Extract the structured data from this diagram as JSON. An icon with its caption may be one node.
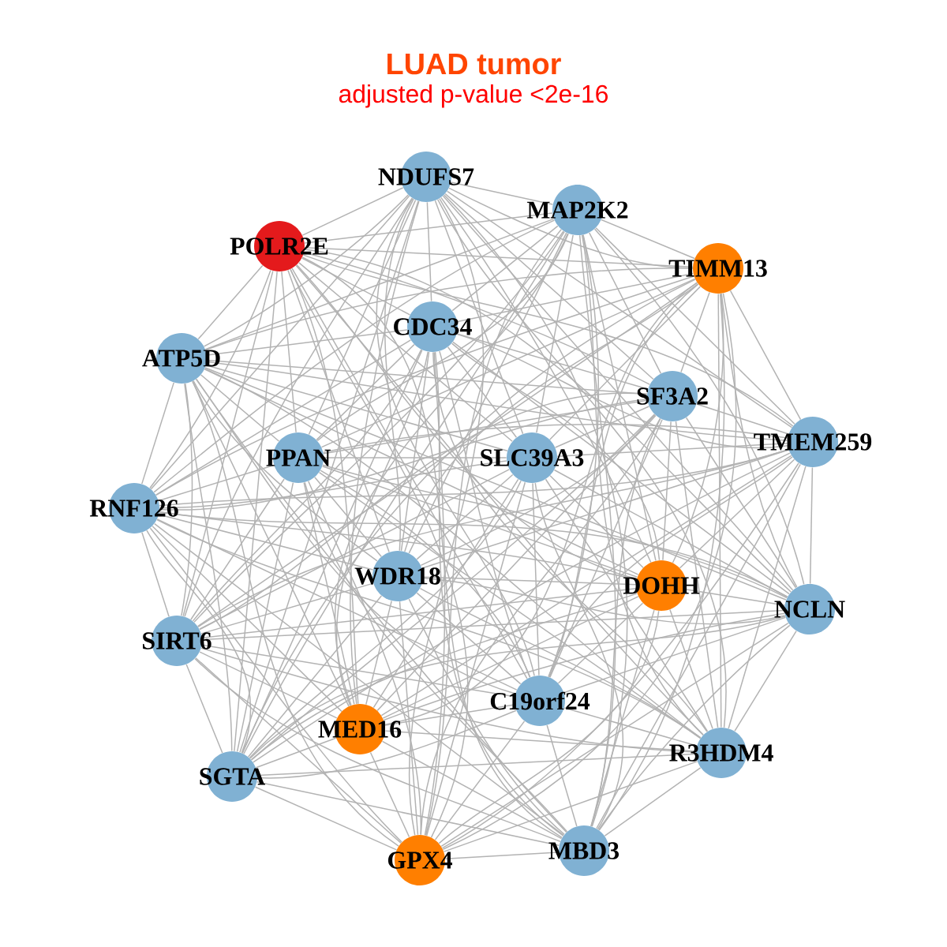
{
  "diagram": {
    "title": "LUAD tumor",
    "labels": [
      "adjusted p-value <2e-16"
    ],
    "nodes": [
      {
        "text": [
          "NDUFS7"
        ]
      },
      {
        "text": [
          "MAP2K2"
        ]
      },
      {
        "text": [
          "POLR2E"
        ]
      },
      {
        "text": [
          "TIMM13"
        ]
      },
      {
        "text": [
          "CDC34"
        ]
      },
      {
        "text": [
          "ATP5D"
        ]
      },
      {
        "text": [
          "SF3A2"
        ]
      },
      {
        "text": [
          "TMEM259"
        ]
      },
      {
        "text": [
          "PPAN"
        ]
      },
      {
        "text": [
          "SLC39A3"
        ]
      },
      {
        "text": [
          "RNF126"
        ]
      },
      {
        "text": [
          "WDR18"
        ]
      },
      {
        "text": [
          "DOHH"
        ]
      },
      {
        "text": [
          "NCLN"
        ]
      },
      {
        "text": [
          "SIRT6"
        ]
      },
      {
        "text": [
          "C19orf24"
        ]
      },
      {
        "text": [
          "MED16"
        ]
      },
      {
        "text": [
          "R3HDM4"
        ]
      },
      {
        "text": [
          "SGTA"
        ]
      },
      {
        "text": [
          "MBD3"
        ]
      },
      {
        "text": [
          "GPX4"
        ]
      }
    ],
    "edges": [
      {
        "from": 0,
        "to": 1,
        "arrow": "none"
      },
      {
        "from": 0,
        "to": 2,
        "arrow": "none"
      },
      {
        "from": 0,
        "to": 3,
        "arrow": "none"
      },
      {
        "from": 0,
        "to": 4,
        "arrow": "none"
      },
      {
        "from": 0,
        "to": 5,
        "arrow": "none"
      },
      {
        "from": 0,
        "to": 6,
        "arrow": "none"
      },
      {
        "from": 0,
        "to": 7,
        "arrow": "none"
      },
      {
        "from": 0,
        "to": 8,
        "arrow": "none"
      },
      {
        "from": 0,
        "to": 9,
        "arrow": "none"
      },
      {
        "from": 0,
        "to": 10,
        "arrow": "none"
      },
      {
        "from": 0,
        "to": 11,
        "arrow": "none"
      },
      {
        "from": 0,
        "to": 12,
        "arrow": "none"
      },
      {
        "from": 0,
        "to": 13,
        "arrow": "none"
      },
      {
        "from": 0,
        "to": 14,
        "arrow": "none"
      },
      {
        "from": 0,
        "to": 15,
        "arrow": "none"
      },
      {
        "from": 0,
        "to": 16,
        "arrow": "none"
      },
      {
        "from": 0,
        "to": 17,
        "arrow": "none"
      },
      {
        "from": 0,
        "to": 18,
        "arrow": "none"
      },
      {
        "from": 0,
        "to": 19,
        "arrow": "none"
      },
      {
        "from": 0,
        "to": 20,
        "arrow": "none"
      },
      {
        "from": 1,
        "to": 2,
        "arrow": "none"
      },
      {
        "from": 1,
        "to": 3,
        "arrow": "none"
      },
      {
        "from": 1,
        "to": 4,
        "arrow": "none"
      },
      {
        "from": 1,
        "to": 5,
        "arrow": "none"
      },
      {
        "from": 1,
        "to": 6,
        "arrow": "none"
      },
      {
        "from": 1,
        "to": 7,
        "arrow": "none"
      },
      {
        "from": 1,
        "to": 8,
        "arrow": "none"
      },
      {
        "from": 1,
        "to": 9,
        "arrow": "none"
      },
      {
        "from": 1,
        "to": 10,
        "arrow": "none"
      },
      {
        "from": 1,
        "to": 11,
        "arrow": "none"
      },
      {
        "from": 1,
        "to": 12,
        "arrow": "none"
      },
      {
        "from": 1,
        "to": 13,
        "arrow": "none"
      },
      {
        "from": 1,
        "to": 14,
        "arrow": "none"
      },
      {
        "from": 1,
        "to": 15,
        "arrow": "none"
      },
      {
        "from": 1,
        "to": 16,
        "arrow": "none"
      },
      {
        "from": 1,
        "to": 17,
        "arrow": "none"
      },
      {
        "from": 1,
        "to": 18,
        "arrow": "none"
      },
      {
        "from": 1,
        "to": 19,
        "arrow": "none"
      },
      {
        "from": 1,
        "to": 20,
        "arrow": "none"
      },
      {
        "from": 2,
        "to": 3,
        "arrow": "none"
      },
      {
        "from": 2,
        "to": 4,
        "arrow": "none"
      },
      {
        "from": 2,
        "to": 5,
        "arrow": "none"
      },
      {
        "from": 2,
        "to": 6,
        "arrow": "none"
      },
      {
        "from": 2,
        "to": 7,
        "arrow": "none"
      },
      {
        "from": 2,
        "to": 8,
        "arrow": "none"
      },
      {
        "from": 2,
        "to": 9,
        "arrow": "none"
      },
      {
        "from": 2,
        "to": 10,
        "arrow": "none"
      },
      {
        "from": 2,
        "to": 11,
        "arrow": "none"
      },
      {
        "from": 2,
        "to": 12,
        "arrow": "none"
      },
      {
        "from": 2,
        "to": 13,
        "arrow": "none"
      },
      {
        "from": 2,
        "to": 14,
        "arrow": "none"
      },
      {
        "from": 2,
        "to": 15,
        "arrow": "none"
      },
      {
        "from": 2,
        "to": 16,
        "arrow": "none"
      },
      {
        "from": 2,
        "to": 17,
        "arrow": "none"
      },
      {
        "from": 2,
        "to": 18,
        "arrow": "none"
      },
      {
        "from": 2,
        "to": 19,
        "arrow": "none"
      },
      {
        "from": 2,
        "to": 20,
        "arrow": "none"
      },
      {
        "from": 3,
        "to": 4,
        "arrow": "none"
      },
      {
        "from": 3,
        "to": 5,
        "arrow": "none"
      },
      {
        "from": 3,
        "to": 6,
        "arrow": "none"
      },
      {
        "from": 3,
        "to": 7,
        "arrow": "none"
      },
      {
        "from": 3,
        "to": 8,
        "arrow": "none"
      },
      {
        "from": 3,
        "to": 9,
        "arrow": "none"
      },
      {
        "from": 3,
        "to": 10,
        "arrow": "none"
      },
      {
        "from": 3,
        "to": 11,
        "arrow": "none"
      },
      {
        "from": 3,
        "to": 12,
        "arrow": "none"
      },
      {
        "from": 3,
        "to": 13,
        "arrow": "none"
      },
      {
        "from": 3,
        "to": 14,
        "arrow": "none"
      },
      {
        "from": 3,
        "to": 15,
        "arrow": "none"
      },
      {
        "from": 3,
        "to": 16,
        "arrow": "none"
      },
      {
        "from": 3,
        "to": 17,
        "arrow": "none"
      },
      {
        "from": 3,
        "to": 18,
        "arrow": "none"
      },
      {
        "from": 3,
        "to": 19,
        "arrow": "none"
      },
      {
        "from": 3,
        "to": 20,
        "arrow": "none"
      },
      {
        "from": 4,
        "to": 5,
        "arrow": "none"
      },
      {
        "from": 4,
        "to": 6,
        "arrow": "none"
      },
      {
        "from": 4,
        "to": 7,
        "arrow": "none"
      },
      {
        "from": 4,
        "to": 8,
        "arrow": "none"
      },
      {
        "from": 4,
        "to": 9,
        "arrow": "none"
      },
      {
        "from": 4,
        "to": 10,
        "arrow": "none"
      },
      {
        "from": 4,
        "to": 11,
        "arrow": "none"
      },
      {
        "from": 4,
        "to": 12,
        "arrow": "none"
      },
      {
        "from": 4,
        "to": 13,
        "arrow": "none"
      },
      {
        "from": 4,
        "to": 14,
        "arrow": "none"
      },
      {
        "from": 4,
        "to": 15,
        "arrow": "none"
      },
      {
        "from": 4,
        "to": 16,
        "arrow": "none"
      },
      {
        "from": 4,
        "to": 17,
        "arrow": "none"
      },
      {
        "from": 4,
        "to": 18,
        "arrow": "none"
      },
      {
        "from": 4,
        "to": 19,
        "arrow": "none"
      },
      {
        "from": 4,
        "to": 20,
        "arrow": "none"
      },
      {
        "from": 5,
        "to": 6,
        "arrow": "none"
      },
      {
        "from": 5,
        "to": 7,
        "arrow": "none"
      },
      {
        "from": 5,
        "to": 8,
        "arrow": "none"
      },
      {
        "from": 5,
        "to": 9,
        "arrow": "none"
      },
      {
        "from": 5,
        "to": 10,
        "arrow": "none"
      },
      {
        "from": 5,
        "to": 11,
        "arrow": "none"
      },
      {
        "from": 5,
        "to": 12,
        "arrow": "none"
      },
      {
        "from": 5,
        "to": 13,
        "arrow": "none"
      },
      {
        "from": 5,
        "to": 14,
        "arrow": "none"
      },
      {
        "from": 5,
        "to": 15,
        "arrow": "none"
      },
      {
        "from": 5,
        "to": 16,
        "arrow": "none"
      },
      {
        "from": 5,
        "to": 17,
        "arrow": "none"
      },
      {
        "from": 5,
        "to": 18,
        "arrow": "none"
      },
      {
        "from": 5,
        "to": 19,
        "arrow": "none"
      },
      {
        "from": 5,
        "to": 20,
        "arrow": "none"
      },
      {
        "from": 6,
        "to": 7,
        "arrow": "none"
      },
      {
        "from": 6,
        "to": 8,
        "arrow": "none"
      },
      {
        "from": 6,
        "to": 9,
        "arrow": "none"
      },
      {
        "from": 6,
        "to": 10,
        "arrow": "none"
      },
      {
        "from": 6,
        "to": 11,
        "arrow": "none"
      },
      {
        "from": 6,
        "to": 12,
        "arrow": "none"
      },
      {
        "from": 6,
        "to": 13,
        "arrow": "none"
      },
      {
        "from": 6,
        "to": 14,
        "arrow": "none"
      },
      {
        "from": 6,
        "to": 15,
        "arrow": "none"
      },
      {
        "from": 6,
        "to": 16,
        "arrow": "none"
      },
      {
        "from": 6,
        "to": 17,
        "arrow": "none"
      },
      {
        "from": 6,
        "to": 18,
        "arrow": "none"
      },
      {
        "from": 6,
        "to": 19,
        "arrow": "none"
      },
      {
        "from": 6,
        "to": 20,
        "arrow": "none"
      },
      {
        "from": 7,
        "to": 8,
        "arrow": "none"
      },
      {
        "from": 7,
        "to": 9,
        "arrow": "none"
      },
      {
        "from": 7,
        "to": 10,
        "arrow": "none"
      },
      {
        "from": 7,
        "to": 11,
        "arrow": "none"
      },
      {
        "from": 7,
        "to": 12,
        "arrow": "none"
      },
      {
        "from": 7,
        "to": 13,
        "arrow": "none"
      },
      {
        "from": 7,
        "to": 14,
        "arrow": "none"
      },
      {
        "from": 7,
        "to": 15,
        "arrow": "none"
      },
      {
        "from": 7,
        "to": 16,
        "arrow": "none"
      },
      {
        "from": 7,
        "to": 17,
        "arrow": "none"
      },
      {
        "from": 7,
        "to": 18,
        "arrow": "none"
      },
      {
        "from": 7,
        "to": 19,
        "arrow": "none"
      },
      {
        "from": 7,
        "to": 20,
        "arrow": "none"
      },
      {
        "from": 8,
        "to": 9,
        "arrow": "none"
      },
      {
        "from": 8,
        "to": 10,
        "arrow": "none"
      },
      {
        "from": 8,
        "to": 11,
        "arrow": "none"
      },
      {
        "from": 8,
        "to": 12,
        "arrow": "none"
      },
      {
        "from": 8,
        "to": 13,
        "arrow": "none"
      },
      {
        "from": 8,
        "to": 14,
        "arrow": "none"
      },
      {
        "from": 8,
        "to": 15,
        "arrow": "none"
      },
      {
        "from": 8,
        "to": 16,
        "arrow": "none"
      },
      {
        "from": 8,
        "to": 17,
        "arrow": "none"
      },
      {
        "from": 8,
        "to": 18,
        "arrow": "none"
      },
      {
        "from": 8,
        "to": 19,
        "arrow": "none"
      },
      {
        "from": 8,
        "to": 20,
        "arrow": "none"
      },
      {
        "from": 9,
        "to": 10,
        "arrow": "none"
      },
      {
        "from": 9,
        "to": 11,
        "arrow": "none"
      },
      {
        "from": 9,
        "to": 12,
        "arrow": "none"
      },
      {
        "from": 9,
        "to": 13,
        "arrow": "none"
      },
      {
        "from": 9,
        "to": 14,
        "arrow": "none"
      },
      {
        "from": 9,
        "to": 15,
        "arrow": "none"
      },
      {
        "from": 9,
        "to": 16,
        "arrow": "none"
      },
      {
        "from": 9,
        "to": 17,
        "arrow": "none"
      },
      {
        "from": 9,
        "to": 18,
        "arrow": "none"
      },
      {
        "from": 9,
        "to": 19,
        "arrow": "none"
      },
      {
        "from": 9,
        "to": 20,
        "arrow": "none"
      },
      {
        "from": 10,
        "to": 11,
        "arrow": "none"
      },
      {
        "from": 10,
        "to": 12,
        "arrow": "none"
      },
      {
        "from": 10,
        "to": 13,
        "arrow": "none"
      },
      {
        "from": 10,
        "to": 14,
        "arrow": "none"
      },
      {
        "from": 10,
        "to": 15,
        "arrow": "none"
      },
      {
        "from": 10,
        "to": 16,
        "arrow": "none"
      },
      {
        "from": 10,
        "to": 17,
        "arrow": "none"
      },
      {
        "from": 10,
        "to": 18,
        "arrow": "none"
      },
      {
        "from": 10,
        "to": 19,
        "arrow": "none"
      },
      {
        "from": 10,
        "to": 20,
        "arrow": "none"
      },
      {
        "from": 11,
        "to": 12,
        "arrow": "none"
      },
      {
        "from": 11,
        "to": 13,
        "arrow": "none"
      },
      {
        "from": 11,
        "to": 14,
        "arrow": "none"
      },
      {
        "from": 11,
        "to": 15,
        "arrow": "none"
      },
      {
        "from": 11,
        "to": 16,
        "arrow": "none"
      },
      {
        "from": 11,
        "to": 17,
        "arrow": "none"
      },
      {
        "from": 11,
        "to": 18,
        "arrow": "none"
      },
      {
        "from": 11,
        "to": 19,
        "arrow": "none"
      },
      {
        "from": 11,
        "to": 20,
        "arrow": "none"
      },
      {
        "from": 12,
        "to": 13,
        "arrow": "none"
      },
      {
        "from": 12,
        "to": 14,
        "arrow": "none"
      },
      {
        "from": 12,
        "to": 15,
        "arrow": "none"
      },
      {
        "from": 12,
        "to": 16,
        "arrow": "none"
      },
      {
        "from": 12,
        "to": 17,
        "arrow": "none"
      },
      {
        "from": 12,
        "to": 18,
        "arrow": "none"
      },
      {
        "from": 12,
        "to": 19,
        "arrow": "none"
      },
      {
        "from": 12,
        "to": 20,
        "arrow": "none"
      },
      {
        "from": 13,
        "to": 14,
        "arrow": "none"
      },
      {
        "from": 13,
        "to": 15,
        "arrow": "none"
      },
      {
        "from": 13,
        "to": 16,
        "arrow": "none"
      },
      {
        "from": 13,
        "to": 17,
        "arrow": "none"
      },
      {
        "from": 13,
        "to": 18,
        "arrow": "none"
      },
      {
        "from": 13,
        "to": 19,
        "arrow": "none"
      },
      {
        "from": 13,
        "to": 20,
        "arrow": "none"
      },
      {
        "from": 14,
        "to": 15,
        "arrow": "none"
      },
      {
        "from": 14,
        "to": 16,
        "arrow": "none"
      },
      {
        "from": 14,
        "to": 17,
        "arrow": "none"
      },
      {
        "from": 14,
        "to": 18,
        "arrow": "none"
      },
      {
        "from": 14,
        "to": 19,
        "arrow": "none"
      },
      {
        "from": 14,
        "to": 20,
        "arrow": "none"
      },
      {
        "from": 15,
        "to": 16,
        "arrow": "none"
      },
      {
        "from": 15,
        "to": 17,
        "arrow": "none"
      },
      {
        "from": 15,
        "to": 18,
        "arrow": "none"
      },
      {
        "from": 15,
        "to": 19,
        "arrow": "none"
      },
      {
        "from": 15,
        "to": 20,
        "arrow": "none"
      },
      {
        "from": 16,
        "to": 17,
        "arrow": "none"
      },
      {
        "from": 16,
        "to": 18,
        "arrow": "none"
      },
      {
        "from": 16,
        "to": 19,
        "arrow": "none"
      },
      {
        "from": 16,
        "to": 20,
        "arrow": "none"
      },
      {
        "from": 17,
        "to": 18,
        "arrow": "none"
      },
      {
        "from": 17,
        "to": 19,
        "arrow": "none"
      },
      {
        "from": 17,
        "to": 20,
        "arrow": "none"
      },
      {
        "from": 18,
        "to": 19,
        "arrow": "none"
      },
      {
        "from": 18,
        "to": 20,
        "arrow": "none"
      },
      {
        "from": 19,
        "to": 20,
        "arrow": "none"
      }
    ]
  }
}
